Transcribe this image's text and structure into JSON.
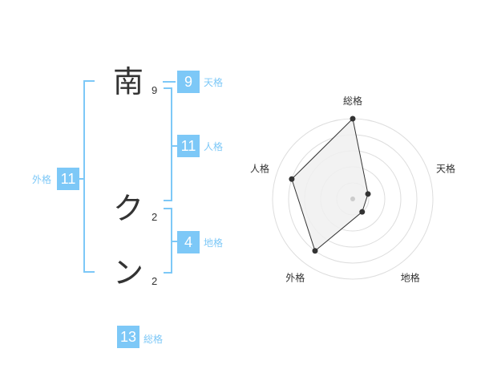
{
  "name": {
    "chars": [
      {
        "char": "南",
        "strokes": "9"
      },
      {
        "char": "ク",
        "strokes": "2"
      },
      {
        "char": "ン",
        "strokes": "2"
      }
    ]
  },
  "kakusu": {
    "ten": {
      "value": "9",
      "label": "天格"
    },
    "jin": {
      "value": "11",
      "label": "人格"
    },
    "chi": {
      "value": "4",
      "label": "地格"
    },
    "gai": {
      "value": "11",
      "label": "外格"
    },
    "sou": {
      "value": "13",
      "label": "総格"
    }
  },
  "colors": {
    "accent": "#7dc8f7",
    "text": "#333333",
    "radar_fill": "#f0f0f0"
  },
  "chart_data": {
    "type": "radar",
    "axes": [
      "総格",
      "天格",
      "地格",
      "外格",
      "人格"
    ],
    "values": [
      5,
      1,
      1,
      4,
      4
    ],
    "max": 5,
    "rings": 5
  }
}
